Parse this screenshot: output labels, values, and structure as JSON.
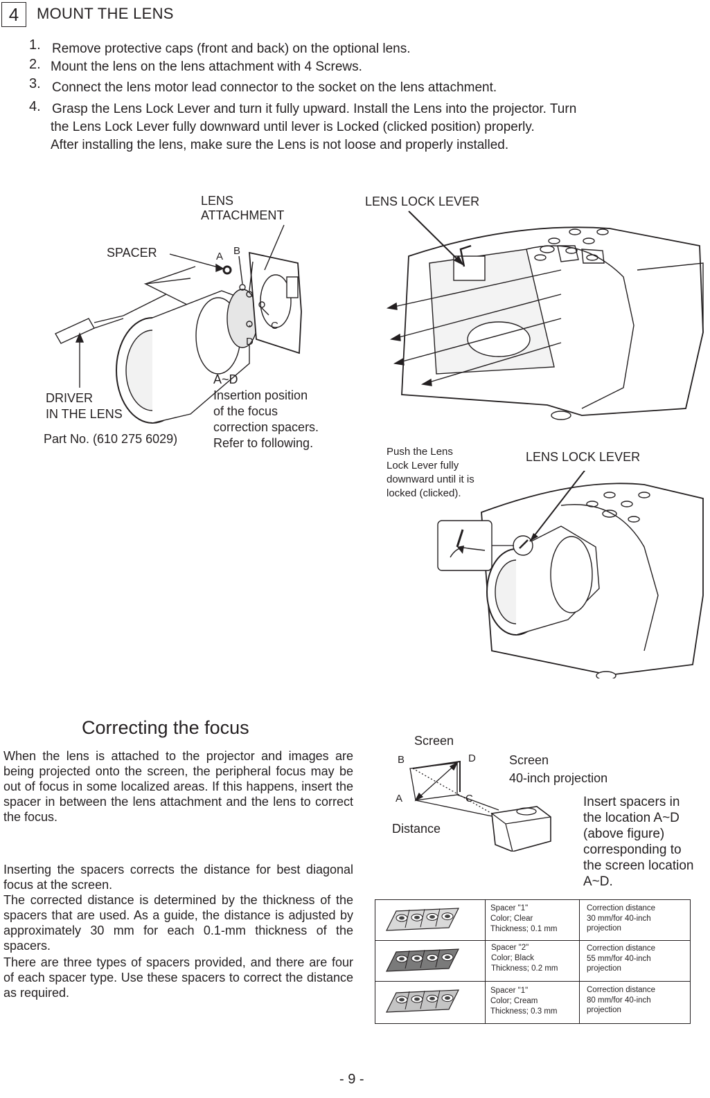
{
  "section": {
    "number": "4",
    "title": "MOUNT THE LENS"
  },
  "steps": [
    {
      "n": "1.",
      "lines": [
        "Remove protective caps (front and back) on the optional lens."
      ]
    },
    {
      "n": "2.",
      "lines": [
        "Mount the lens on the lens attachment with 4 Screws."
      ]
    },
    {
      "n": "3.",
      "lines": [
        "Connect the lens motor lead connector to the socket on the lens attachment."
      ]
    },
    {
      "n": "4.",
      "lines": [
        "Grasp the Lens Lock Lever and turn it fully upward. Install the Lens into the projector. Turn",
        "the Lens Lock Lever fully downward until lever is Locked (clicked position) properly.",
        "After installing the lens, make sure the Lens is not loose and properly installed."
      ]
    }
  ],
  "figure1": {
    "lens_attachment": [
      "LENS",
      "ATTACHMENT"
    ],
    "spacer": "SPACER",
    "pos_a": "A",
    "pos_b": "B",
    "pos_c": "C",
    "pos_d": "D",
    "driver": [
      "DRIVER",
      "IN THE LENS"
    ],
    "part_no": "Part No. (610 275 6029)",
    "insertion": [
      "A~D",
      "Insertion position",
      "of the focus",
      "correction spacers.",
      "Refer to following."
    ]
  },
  "figure2": {
    "lens_lock_lever": "LENS LOCK LEVER"
  },
  "figure3": {
    "push_note": [
      "Push the Lens",
      "Lock Lever fully",
      "downward until it is",
      "locked (clicked)."
    ],
    "lens_lock_lever": "LENS LOCK LEVER"
  },
  "focus": {
    "heading": "Correcting the focus",
    "para1": "When the lens is attached to the projector and images are being projected onto the screen, the peripheral focus may be out of focus in some localized areas. If this happens, insert the spacer in between the lens attachment and the lens to correct the focus.",
    "para2": "Inserting the spacers corrects the distance for best diagonal focus at the screen.",
    "para3": "The corrected distance is determined by the thickness of the spacers that are used. As a guide, the distance is adjusted by approximately 30 mm for each 0.1-mm thickness of the spacers.",
    "para4": "There are three types of spacers provided, and there are four of each spacer type. Use these spacers to correct the distance as required."
  },
  "screen_fig": {
    "screen_top": "Screen",
    "b": "B",
    "d": "D",
    "a": "A",
    "c": "C",
    "screen_right": "Screen",
    "projection": "40-inch projection",
    "distance": "Distance",
    "insert_note": [
      "Insert spacers in",
      "the location A~D",
      "(above figure)",
      "corresponding to",
      "the screen location",
      "A~D."
    ]
  },
  "spacer_table": [
    {
      "spacer": [
        "Spacer \"1\"",
        "Color; Clear",
        "Thickness; 0.1 mm"
      ],
      "correction": [
        "Correction distance",
        "30 mm/for 40-inch",
        "projection"
      ],
      "fill": "#d9d9d9"
    },
    {
      "spacer": [
        "Spacer \"2\"",
        "Color; Black",
        "Thickness; 0.2 mm"
      ],
      "correction": [
        "Correction distance",
        "55 mm/for 40-inch",
        "projection"
      ],
      "fill": "#7a7a7a"
    },
    {
      "spacer": [
        "Spacer \"1\"",
        "Color; Cream",
        "Thickness; 0.3 mm"
      ],
      "correction": [
        "Correction distance",
        "80 mm/for 40-inch",
        "projection"
      ],
      "fill": "#c4c4c4"
    }
  ],
  "page_number": "- 9 -"
}
